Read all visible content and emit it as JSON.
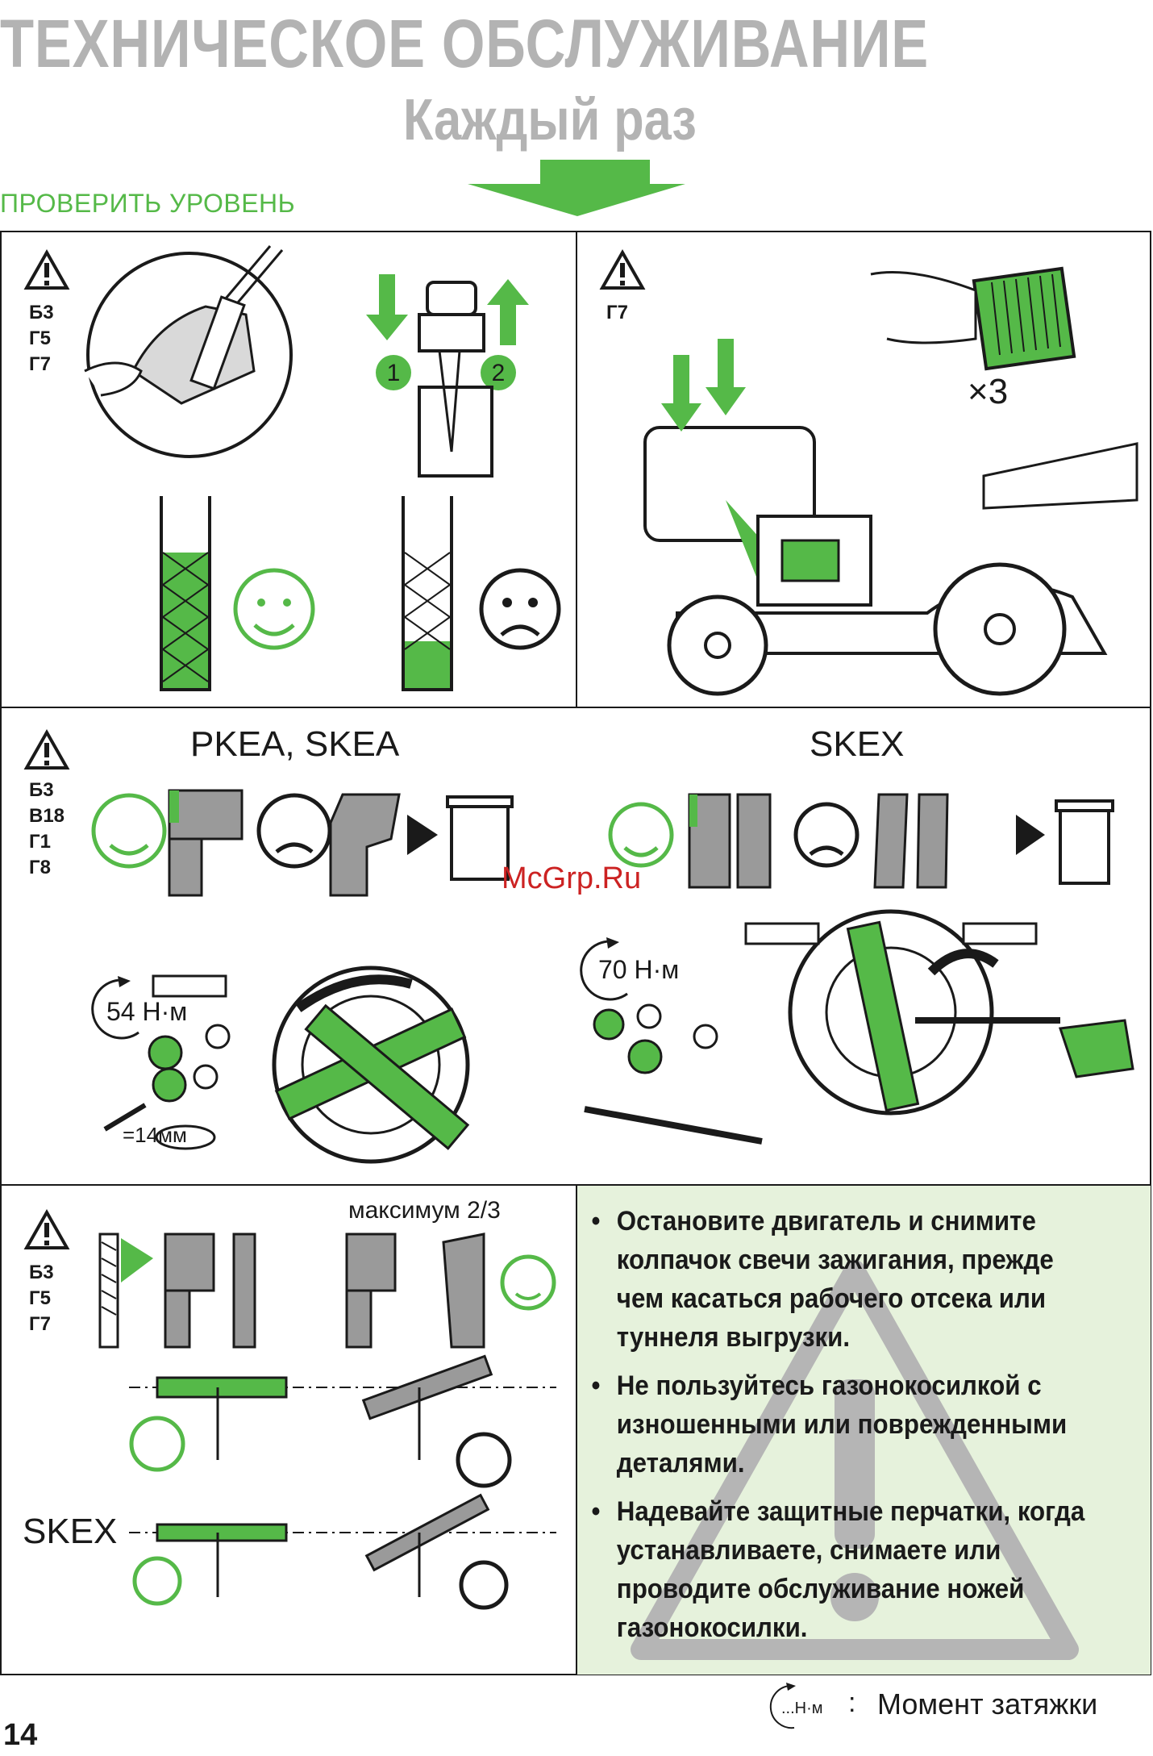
{
  "header": {
    "title": "ТЕХНИЧЕСКОЕ ОБСЛУЖИВАНИЕ",
    "subtitle": "Каждый раз",
    "section_label": "ПРОВЕРИТЬ УРОВЕНЬ"
  },
  "panel_oil": {
    "codes": [
      "Б3",
      "Г5",
      "Г7"
    ],
    "step1": "1",
    "step2": "2"
  },
  "panel_filter": {
    "codes": [
      "Г7"
    ],
    "repeat": "×3"
  },
  "panel_blades": {
    "codes": [
      "Б3",
      "В18",
      "Г1",
      "Г8"
    ],
    "model_left": "PKEA, SKEA",
    "model_right": "SKEX",
    "torque_left": "54 Н·м",
    "torque_right": "70 Н·м",
    "wrench_size": "=14мм"
  },
  "panel_sharpen": {
    "codes": [
      "Б3",
      "Г5",
      "Г7"
    ],
    "max_label": "максимум 2/3",
    "model_label": "SKEX"
  },
  "bullets": [
    "Остановите двигатель и снимите колпачок свечи зажигания, прежде чем касаться рабочего отсека или туннеля выгрузки.",
    "Не пользуйтесь газонокосилкой с изношенными или поврежденными деталями.",
    "Надевайте защитные перчатки, когда устанавливаете, снимаете или проводите обслуживание ножей газонокосилки."
  ],
  "legend": {
    "icon_text": "...Н·м",
    "colon": ":",
    "label": "Момент затяжки"
  },
  "watermark": "McGrp.Ru",
  "page_number": "14",
  "colors": {
    "accent_green": "#55b948",
    "panel_tint": "#e6f2dc",
    "heading_gray": "#b3b3b3"
  }
}
